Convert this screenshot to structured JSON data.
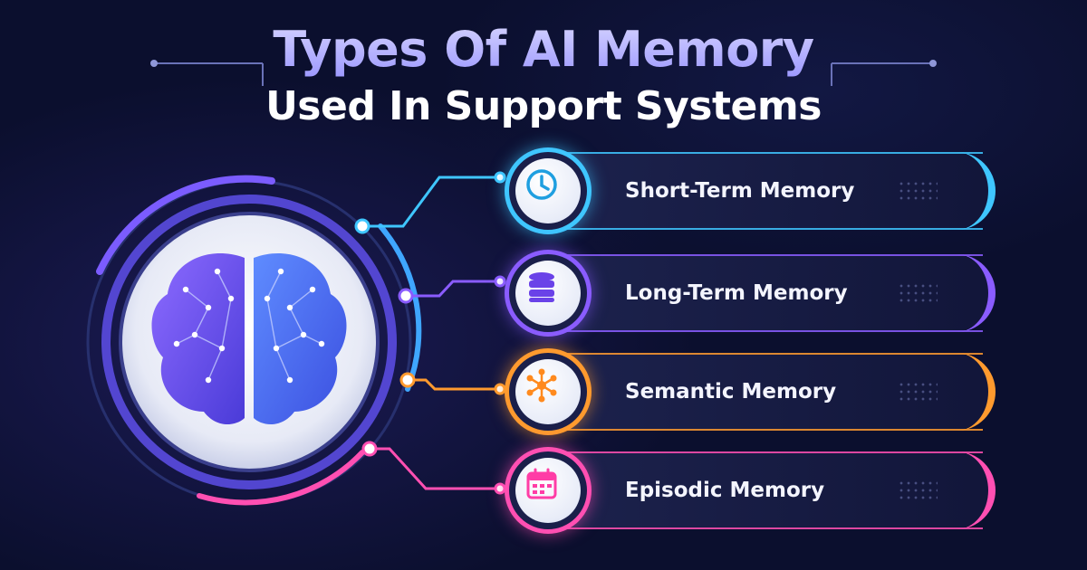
{
  "title": {
    "line1": "Types Of AI Memory",
    "line2": "Used In Support Systems"
  },
  "memory_types": [
    {
      "label": "Short-Term Memory",
      "icon": "clock-icon",
      "accent": "#3fc6ff"
    },
    {
      "label": "Long-Term Memory",
      "icon": "database-icon",
      "accent": "#8a5cff"
    },
    {
      "label": "Semantic Memory",
      "icon": "network-icon",
      "accent": "#ff9a2e"
    },
    {
      "label": "Episodic Memory",
      "icon": "calendar-icon",
      "accent": "#ff4fb2"
    }
  ],
  "central_image": {
    "icon": "brain-icon"
  },
  "colors": {
    "background": "#0b0f2e",
    "title_accent": "#b7b6ff",
    "ring_primary": "#7b5cff",
    "ring_secondary": "#3fa6ff"
  }
}
